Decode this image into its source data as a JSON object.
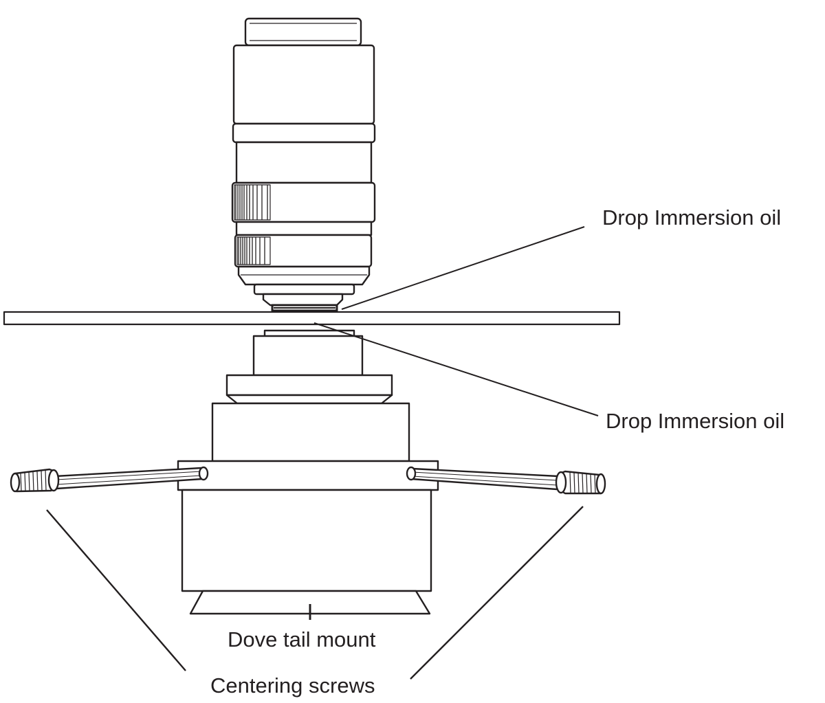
{
  "labels": {
    "oil_top": "Drop Immersion oil",
    "oil_bottom": "Drop Immersion oil",
    "dovetail": "Dove tail mount",
    "centering": "Centering screws"
  },
  "colors": {
    "stroke": "#231f20",
    "fill": "#ffffff"
  }
}
